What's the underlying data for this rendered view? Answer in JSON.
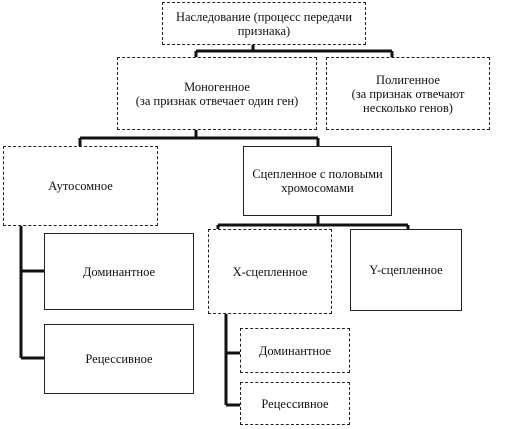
{
  "nodes": {
    "root": "Наследование          (процесс передачи\nпризнака)",
    "monogenic": "Моногенное\n(за признак отвечает один ген)",
    "polygenic": "Полигенное\n(за признак отвечают\nнесколько генов)",
    "autosomal": "Аутосомное",
    "sex_linked": "Сцепленное с половыми\nхромосомами",
    "autosomal_dominant": "Доминантное",
    "autosomal_recessive": "Рецессивное",
    "x_linked": "Х-сцепленное",
    "y_linked": "Y-сцепленное",
    "x_dominant": "Доминантное",
    "x_recessive": "Рецессивное"
  }
}
